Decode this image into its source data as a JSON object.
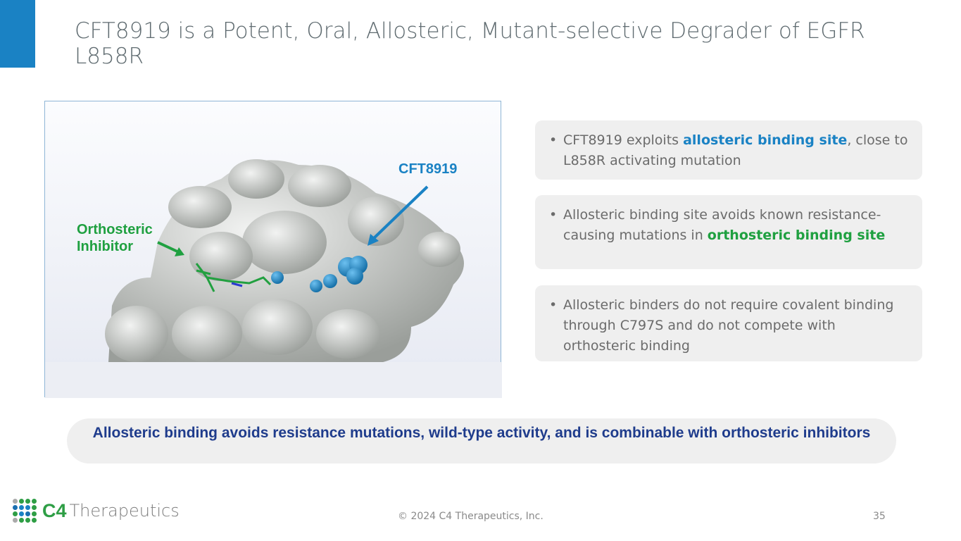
{
  "title": "CFT8919 is a Potent, Oral, Allosteric, Mutant-selective Degrader of EGFR L858R",
  "figure": {
    "label_cft": "CFT8919",
    "label_orth_1": "Orthosteric",
    "label_orth_2": "Inhibitor"
  },
  "bullets": [
    {
      "pre": "CFT8919 exploits ",
      "hl": "allosteric binding site",
      "post": ", close to L858R activating mutation"
    },
    {
      "pre": "Allosteric binding site avoids known resistance-causing mutations in ",
      "hl": "orthosteric binding site",
      "post": ""
    },
    {
      "pre": "Allosteric binders do not require covalent binding through C797S and do not compete with orthosteric binding",
      "hl": "",
      "post": ""
    }
  ],
  "banner": "Allosteric binding avoids resistance mutations, wild-type activity, and is combinable with orthosteric inhibitors",
  "logo": {
    "c4": "C4",
    "name": "Therapeutics"
  },
  "footer": {
    "copyright": "© 2024 C4 Therapeutics, Inc.",
    "page": "35"
  },
  "colors": {
    "accent": "#1a82c4",
    "green": "#1fa040",
    "banner_text": "#1f3c8c"
  }
}
